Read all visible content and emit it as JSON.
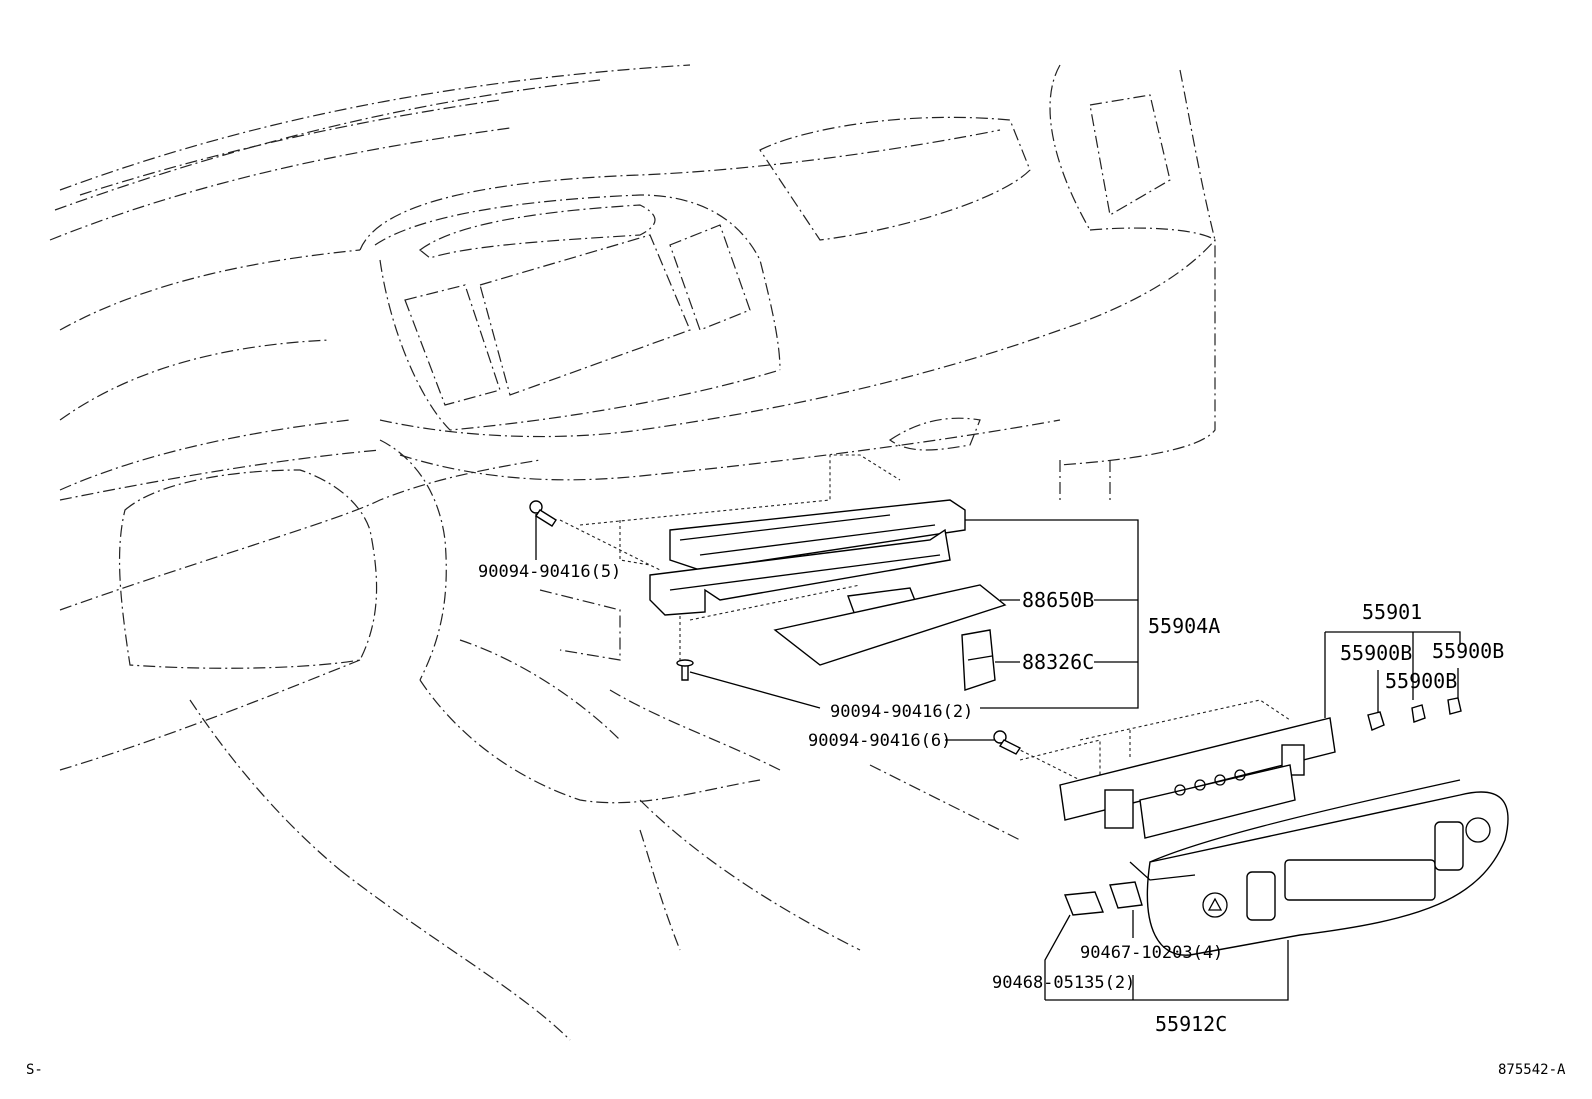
{
  "labels": {
    "screw_upper": "90094-90416(5)",
    "screw_lower": "90094-90416(2)",
    "screw_panel": "90094-90416(6)",
    "part_88650b": "88650B",
    "part_88326c": "88326C",
    "part_55904a": "55904A",
    "part_55901": "55901",
    "part_55900b_1": "55900B",
    "part_55900b_2": "55900B",
    "part_55900b_3": "55900B",
    "clip_90467": "90467-10203(4)",
    "clip_90468": "90468-05135(2)",
    "part_55912c": "55912C"
  },
  "footer": {
    "left_code": "S-",
    "right_code": "875542-A"
  }
}
